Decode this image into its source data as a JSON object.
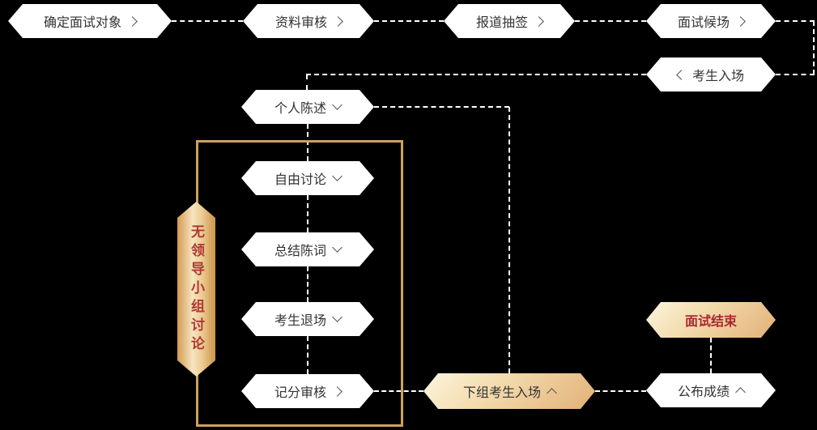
{
  "colors": {
    "background": "#000000",
    "node_bg": "#ffffff",
    "node_text": "#333333",
    "gold_light": "#fdf4de",
    "gold_dark": "#e2b077",
    "box_border": "#cda15d",
    "red_text": "#a8292f",
    "line": "#ffffff"
  },
  "nodes": {
    "confirm_target": {
      "label": "确定面试对象",
      "chevron": "right"
    },
    "material_review": {
      "label": "资料审核",
      "chevron": "right"
    },
    "registration_draw": {
      "label": "报道抽签",
      "chevron": "right"
    },
    "interview_waiting": {
      "label": "面试候场",
      "chevron": "right"
    },
    "candidate_enter": {
      "label": "考生入场",
      "chevron": "left"
    },
    "personal_statement": {
      "label": "个人陈述",
      "chevron": "down"
    },
    "free_discussion": {
      "label": "自由讨论",
      "chevron": "down"
    },
    "closing_statement": {
      "label": "总结陈词",
      "chevron": "down"
    },
    "candidate_exit": {
      "label": "考生退场",
      "chevron": "down"
    },
    "score_review": {
      "label": "记分审核",
      "chevron": "right"
    },
    "next_group_enter": {
      "label": "下组考生入场",
      "chevron": "up"
    },
    "interview_end": {
      "label": "面试结束",
      "chevron": "none"
    },
    "publish_results": {
      "label": "公布成绩",
      "chevron": "up"
    }
  },
  "group_label": {
    "label": "无领导小组讨论"
  }
}
